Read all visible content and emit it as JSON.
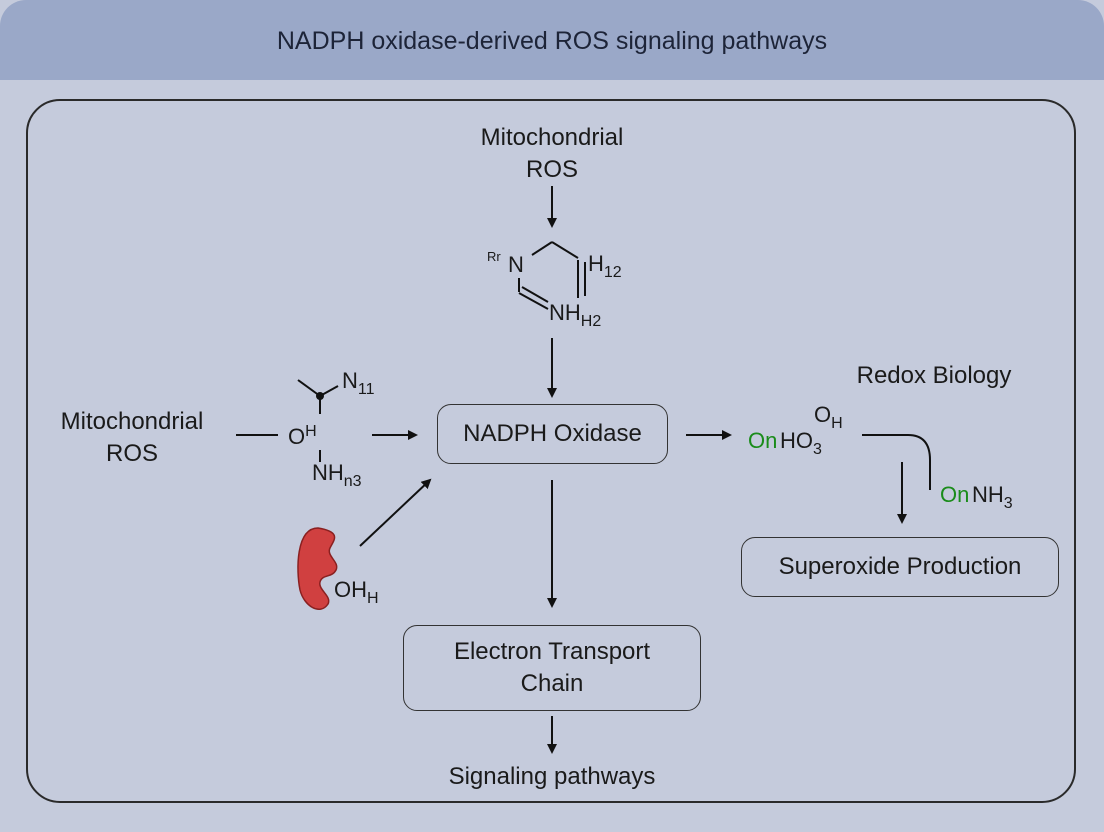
{
  "title": "NADPH oxidase-derived ROS signaling pathways",
  "nodes": {
    "top_source": "Mitochondrial\nROS",
    "left_source": "Mitochondrial\nROS",
    "nadph_oxidase": "NADPH Oxidase",
    "electron_transport": "Electron Transport\nChain",
    "signaling": "Signaling pathways",
    "redox_biology": "Redox Biology",
    "superoxide": "Superoxide Production"
  },
  "chem_labels": {
    "ring_r": "Rr",
    "ring_n": "N",
    "ring_h": "H",
    "ring_h_sub": "12",
    "ring_nh": "NH",
    "ring_nh_sub": "H2",
    "left_n": "N",
    "left_n_sub": "11",
    "left_o": "O",
    "left_o_sup": "H",
    "left_nh": "NH",
    "left_nh_sub": "n3",
    "oh": "OH",
    "oh_sub": "H",
    "right_on1": "On",
    "right_ho": "HO",
    "right_ho_sub": "3",
    "right_o": "O",
    "right_o_sub": "H",
    "right_on2": "On",
    "right_nh": "NH",
    "right_nh_sub": "3"
  },
  "colors": {
    "header": "#9aa8c8",
    "background": "#c5cbdc",
    "green_text": "#1a8c1a",
    "red_icon": "#d04040"
  }
}
